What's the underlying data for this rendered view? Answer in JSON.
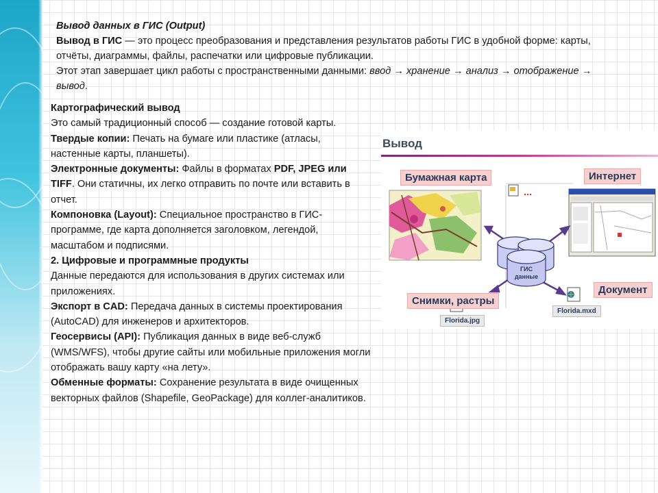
{
  "intro": {
    "title": "Вывод данных в ГИС (Output)",
    "def_term": "Вывод в ГИС",
    "def_text": " — это процесс преобразования и представления результатов работы ГИС в удобной форме: карты, отчёты, диаграммы, файлы, распечатки или цифровые публикации.",
    "cycle_text": "Этот этап завершает цикл работы с пространственными данными: ",
    "cycle_chain": "ввод → хранение → анализ → отображение → вывод",
    "cycle_end": "."
  },
  "body": {
    "cart_title": "Картографический вывод",
    "cart_desc": "Это самый традиционный способ — создание готовой карты.",
    "hard_term": "Твердые копии:",
    "hard_text": " Печать на бумаге или пластике (атласы, настенные карты, планшеты).",
    "edoc_term": "Электронные документы:",
    "edoc_text1": " Файлы в форматах ",
    "edoc_formats": "PDF, JPEG или TIFF",
    "edoc_text2": ". Они статичны, их легко отправить по почте или вставить в отчет.",
    "layout_term": "Компоновка (Layout):",
    "layout_text": " Специальное пространство в ГИС-программе, где карта дополняется заголовком, легендой, масштабом и подписями.",
    "digital_title": "2. Цифровые и программные продукты",
    "digital_desc": "Данные передаются для использования в других системах или приложениях.",
    "cad_term": "Экспорт в CAD:",
    "cad_text": " Передача данных в системы проектирования (AutoCAD) для инженеров и архитекторов.",
    "api_term": "Геосервисы (API):",
    "api_text": " Публикация данных в виде веб-служб (WMS/WFS), чтобы другие сайты или мобильные приложения могли отображать вашу карту «на лету».",
    "exch_term": "Обменные форматы:",
    "exch_text": " Сохранение результата в виде очищенных векторных файлов (Shapefile, GeoPackage) для коллег-аналитиков."
  },
  "diagram": {
    "title": "Вывод",
    "paper_map": "Бумажная карта",
    "internet": "Интернет",
    "images": "Снимки, растры",
    "document": "Документ",
    "db_line1": "ГИС",
    "db_line2": "данные",
    "file_jpg": "Florida.jpg",
    "file_mxd": "Florida.mxd",
    "colors": {
      "label_bg": "#f6cfcf",
      "label_text": "#2a3a5a",
      "accent_line": "#c23a8a",
      "db_fill": "#c9cdf2"
    }
  }
}
